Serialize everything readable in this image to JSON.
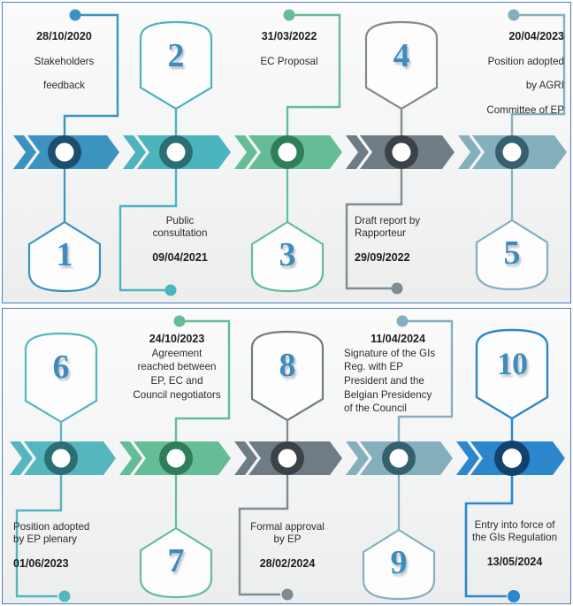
{
  "figure": {
    "type": "process-timeline",
    "title_visible": false,
    "panels": 2,
    "steps_total": 10,
    "panel_border_color": "#4a7fc1",
    "background_color": "#f4f5f5"
  },
  "palette": {
    "step1": {
      "arrow": "#3d93bf",
      "ring": "#1d4e6e",
      "accent": "#3d93bf"
    },
    "step2": {
      "arrow": "#4cb4bd",
      "ring": "#2b6e75",
      "accent": "#4cb4bd"
    },
    "step3": {
      "arrow": "#64bd97",
      "ring": "#2f7d5d",
      "accent": "#64bd97"
    },
    "step4": {
      "arrow": "#6f7c85",
      "ring": "#3a4248",
      "accent": "#808b93"
    },
    "step5": {
      "arrow": "#85afbd",
      "ring": "#35606f",
      "accent": "#85afbd"
    },
    "step6": {
      "arrow": "#55b6bf",
      "ring": "#2b6e75",
      "accent": "#55b6bf"
    },
    "step7": {
      "arrow": "#64bd97",
      "ring": "#2f7d5d",
      "accent": "#64bd97"
    },
    "step8": {
      "arrow": "#6f7c85",
      "ring": "#3a4248",
      "accent": "#808b93"
    },
    "step9": {
      "arrow": "#85afbd",
      "ring": "#35606f",
      "accent": "#85afbd"
    },
    "step10": {
      "arrow": "#2b86cc",
      "ring": "#11436e",
      "accent": "#2b86cc"
    },
    "number_text": "#3e8cbf"
  },
  "steps": [
    {
      "number": "1",
      "date": "28/10/2020",
      "description": "Stakeholders\nfeedback",
      "desc_lines": [
        "Stakeholders",
        "feedback"
      ],
      "label_position": "above",
      "badge_position": "below",
      "text_align": "center"
    },
    {
      "number": "2",
      "date": "09/04/2021",
      "description": "Public\nconsultation",
      "desc_lines": [
        "Public",
        "consultation"
      ],
      "label_position": "below",
      "badge_position": "above",
      "text_align": "center"
    },
    {
      "number": "3",
      "date": "31/03/2022",
      "description": "EC Proposal",
      "desc_lines": [
        "EC Proposal"
      ],
      "label_position": "above",
      "badge_position": "below",
      "text_align": "center"
    },
    {
      "number": "4",
      "date": "29/09/2022",
      "description": "Draft report by\nRapporteur",
      "desc_lines": [
        "Draft report by",
        "Rapporteur"
      ],
      "label_position": "below",
      "badge_position": "above",
      "text_align": "left"
    },
    {
      "number": "5",
      "date": "20/04/2023",
      "description": "Position adopted\nby AGRI\nCommittee of EP",
      "desc_lines": [
        "Position adopted",
        "by AGRI",
        "Committee of EP"
      ],
      "label_position": "above",
      "badge_position": "below",
      "text_align": "right"
    },
    {
      "number": "6",
      "date": "01/06/2023",
      "description": "Position adopted\nby  EP plenary",
      "desc_lines": [
        "Position adopted",
        "by  EP plenary"
      ],
      "label_position": "below",
      "badge_position": "above",
      "text_align": "left"
    },
    {
      "number": "7",
      "date": "24/10/2023",
      "description": "Agreement\nreached between\nEP, EC and\nCouncil negotiators",
      "desc_lines": [
        "Agreement",
        "reached between",
        "EP, EC and",
        "Council negotiators"
      ],
      "label_position": "above",
      "badge_position": "below",
      "text_align": "center"
    },
    {
      "number": "8",
      "date": "28/02/2024",
      "description": "Formal approval\nby EP",
      "desc_lines": [
        "Formal approval",
        "by EP"
      ],
      "label_position": "below",
      "badge_position": "above",
      "text_align": "center"
    },
    {
      "number": "9",
      "date": "11/04/2024",
      "description": "Signature of the GIs\nReg. with EP\nPresident and the\nBelgian Presidency\nof the Council",
      "desc_lines": [
        "Signature of the GIs",
        "Reg. with EP",
        "President and the",
        "Belgian Presidency",
        "of the Council"
      ],
      "label_position": "above",
      "badge_position": "below",
      "text_align": "left"
    },
    {
      "number": "10",
      "date": "13/05/2024",
      "description": "Entry into force of\nthe GIs Regulation",
      "desc_lines": [
        "Entry into force of",
        "the GIs Regulation"
      ],
      "label_position": "below",
      "badge_position": "above",
      "text_align": "center"
    }
  ],
  "text_blocks": {
    "b1": {
      "date": "28/10/2020",
      "l1": "Stakeholders",
      "l2": "feedback"
    },
    "b2": {
      "date": "09/04/2021",
      "l1": "Public",
      "l2": "consultation"
    },
    "b3": {
      "date": "31/03/2022",
      "l1": "EC Proposal"
    },
    "b4": {
      "date": "29/09/2022",
      "l1": "Draft report by",
      "l2": "Rapporteur"
    },
    "b5": {
      "date": "20/04/2023",
      "l1": "Position adopted",
      "l2": "by AGRI",
      "l3": "Committee of EP"
    },
    "b6": {
      "date": "01/06/2023",
      "l1": "Position adopted",
      "l2": "by  EP plenary"
    },
    "b7": {
      "date": "24/10/2023",
      "l1": "Agreement",
      "l2": "reached between",
      "l3": "EP, EC and",
      "l4": "Council negotiators"
    },
    "b8": {
      "date": "28/02/2024",
      "l1": "Formal approval",
      "l2": "by EP"
    },
    "b9": {
      "date": "11/04/2024",
      "l1": "Signature of the GIs",
      "l2": "Reg. with EP",
      "l3": "President and the",
      "l4": "Belgian Presidency",
      "l5": "of the Council"
    },
    "b10": {
      "date": "13/05/2024",
      "l1": "Entry into force of",
      "l2": "the GIs Regulation"
    }
  },
  "numbers": {
    "n1": "1",
    "n2": "2",
    "n3": "3",
    "n4": "4",
    "n5": "5",
    "n6": "6",
    "n7": "7",
    "n8": "8",
    "n9": "9",
    "n10": "10"
  }
}
